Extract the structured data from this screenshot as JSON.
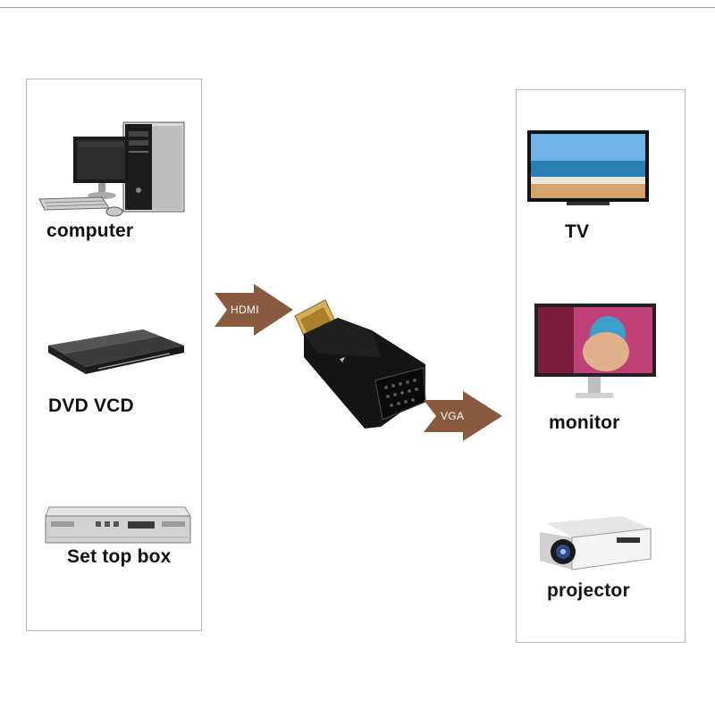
{
  "source_devices": [
    {
      "id": "computer",
      "label": "computer"
    },
    {
      "id": "dvd",
      "label": "DVD VCD"
    },
    {
      "id": "settop",
      "label": "Set top box"
    }
  ],
  "adapter": {
    "input_label": "HDMI",
    "output_label": "VGA"
  },
  "output_devices": [
    {
      "id": "tv",
      "label": "TV"
    },
    {
      "id": "monitor",
      "label": "monitor"
    },
    {
      "id": "projector",
      "label": "projector"
    }
  ],
  "colors": {
    "arrow": "#8a5a3f",
    "adapter_body": "#121212",
    "hdmi_plug": "#c9a24a",
    "panel_border": "#b9b9b9"
  },
  "icons": {
    "computer": "desktop-computer-icon",
    "dvd": "dvd-player-icon",
    "settop": "set-top-box-icon",
    "adapter": "hdmi-to-vga-adapter-icon",
    "tv": "tv-icon",
    "monitor": "monitor-icon",
    "projector": "projector-icon"
  }
}
